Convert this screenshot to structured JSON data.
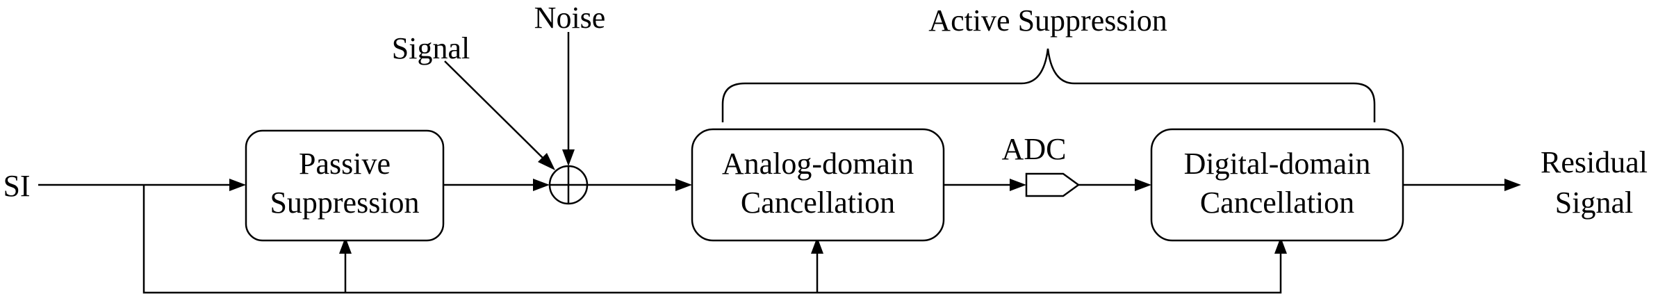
{
  "input_label": "SI",
  "labels": {
    "signal": "Signal",
    "noise": "Noise",
    "active_suppression": "Active Suppression",
    "adc": "ADC"
  },
  "blocks": {
    "passive": [
      "Passive",
      "Suppression"
    ],
    "analog": [
      "Analog-domain",
      "Cancellation"
    ],
    "digital": [
      "Digital-domain",
      "Cancellation"
    ]
  },
  "output_label": [
    "Residual",
    "Signal"
  ]
}
